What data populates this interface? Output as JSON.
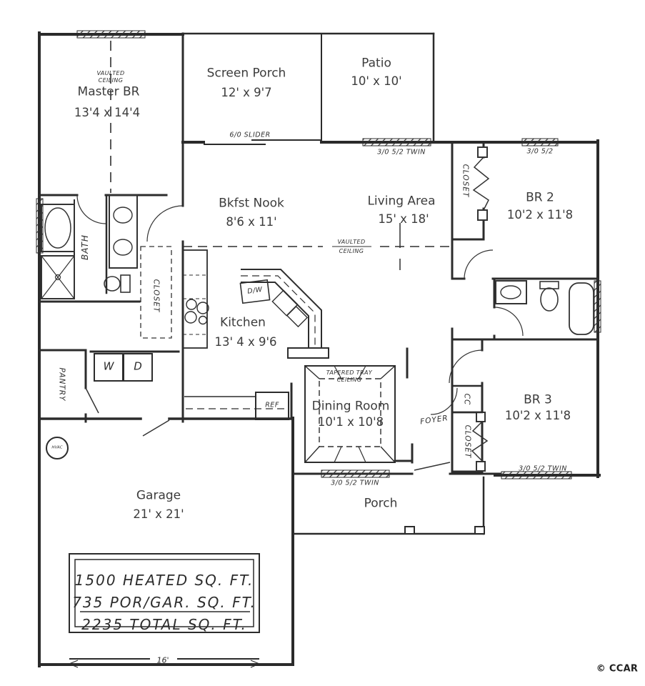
{
  "colors": {
    "wall": "#2b2b2b",
    "text": "#3c3c3c",
    "hand": "#2e2e2e"
  },
  "rooms": {
    "master_br": {
      "name": "Master BR",
      "dims": "13'4 x 14'4",
      "ceiling_line1": "VAULTED",
      "ceiling_line2": "CEILING"
    },
    "screen_porch": {
      "name": "Screen Porch",
      "dims": "12' x 9'7"
    },
    "patio": {
      "name": "Patio",
      "dims": "10' x 10'"
    },
    "bkfst_nook": {
      "name": "Bkfst Nook",
      "dims": "8'6 x 11'"
    },
    "living_area": {
      "name": "Living Area",
      "dims": "15' x 18'",
      "ceiling_line1": "VAULTED",
      "ceiling_line2": "CEILING"
    },
    "br2": {
      "name": "BR 2",
      "dims": "10'2 x 11'8"
    },
    "kitchen": {
      "name": "Kitchen",
      "dims": "13' 4 x 9'6"
    },
    "dining_room": {
      "name": "Dining Room",
      "dims": "10'1 x 10'8",
      "ceiling_line1": "TAPERED TRAY",
      "ceiling_line2": "CEILING"
    },
    "br3": {
      "name": "BR 3",
      "dims": "10'2 x 11'8"
    },
    "garage": {
      "name": "Garage",
      "dims": "21' x 21'"
    },
    "porch": {
      "name": "Porch"
    },
    "foyer": {
      "name": "FOYER"
    },
    "bath": {
      "name": "BATH"
    },
    "pantry": {
      "name": "PANTRY"
    }
  },
  "labels": {
    "closet": "CLOSET",
    "washer": "W",
    "dryer": "D",
    "dishwasher": "D/W",
    "refrigerator": "REF",
    "hvac": "HVAC",
    "coat_closet": "CC"
  },
  "windows": {
    "slider": "6/0 SLIDER",
    "living_twin": "3/0 5/2 TWIN",
    "br2_single": "3/0 5/2",
    "dining_twin": "3/0 5/2 TWIN",
    "br3_twin": "3/0 5/2 TWIN"
  },
  "area_summary": {
    "line1": "1500 HEATED SQ. FT.",
    "line2": "735 POR/GAR. SQ. FT.",
    "line3": "2235 TOTAL SQ. FT."
  },
  "dimensions": {
    "garage_front": "16'"
  },
  "copyright": "© CCAR"
}
